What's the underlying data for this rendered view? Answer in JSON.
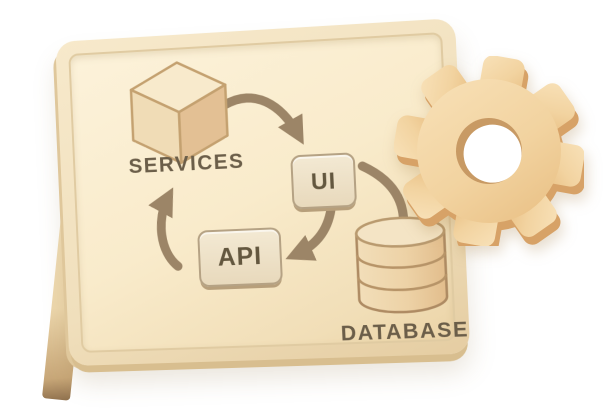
{
  "scene": {
    "description": "3D illustration: easel whiteboard showing a software architecture cycle diagram with a gear",
    "background_color": "#FFFFFF"
  },
  "diagram": {
    "nodes": {
      "services": {
        "label": "SERVICES",
        "icon": "cube-icon"
      },
      "ui": {
        "label": "UI",
        "shape": "rounded-box"
      },
      "api": {
        "label": "API",
        "shape": "rounded-box"
      },
      "database": {
        "label": "DATABASE",
        "icon": "database-icon"
      }
    },
    "edges": [
      {
        "from": "SERVICES",
        "to": "UI"
      },
      {
        "from": "UI",
        "to": "DATABASE"
      },
      {
        "from": "UI",
        "to": "API"
      },
      {
        "from": "API",
        "to": "SERVICES"
      }
    ],
    "decorations": [
      "gear-icon",
      "easel-leg"
    ]
  },
  "colors": {
    "board_frame": "#F2E2C1",
    "board_surface": "#FAEDCF",
    "arrow": "#9C8567",
    "label_text": "#6B5E49",
    "box_fill": "#EBDCC0",
    "box_border": "#B5A284",
    "cube_top": "#F8EACC",
    "cube_left": "#F0DCB6",
    "cube_right": "#E3C094",
    "database_body": "#EDD2A6",
    "gear_face": "#F4D8A8",
    "gear_side": "#D7A267"
  }
}
